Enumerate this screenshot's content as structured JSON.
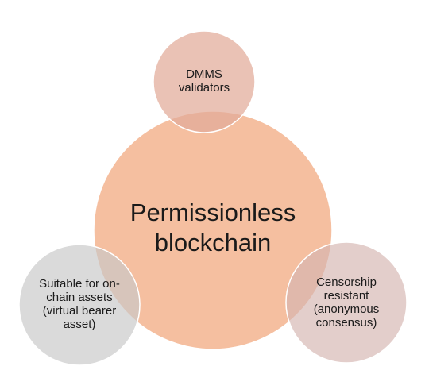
{
  "diagram": {
    "center_label": "Permissionless blockchain",
    "top_label": "DMMS validators",
    "left_label": "Suitable for on-chain assets (virtual bearer asset)",
    "right_label": "Censorship resistant (anonymous consensus)"
  },
  "colors": {
    "center_fill": "#f3b48f",
    "top_fill": "#e2aa98",
    "left_fill": "#c8c8c8",
    "right_fill": "#d4b4b0",
    "stroke": "#ffffff"
  }
}
